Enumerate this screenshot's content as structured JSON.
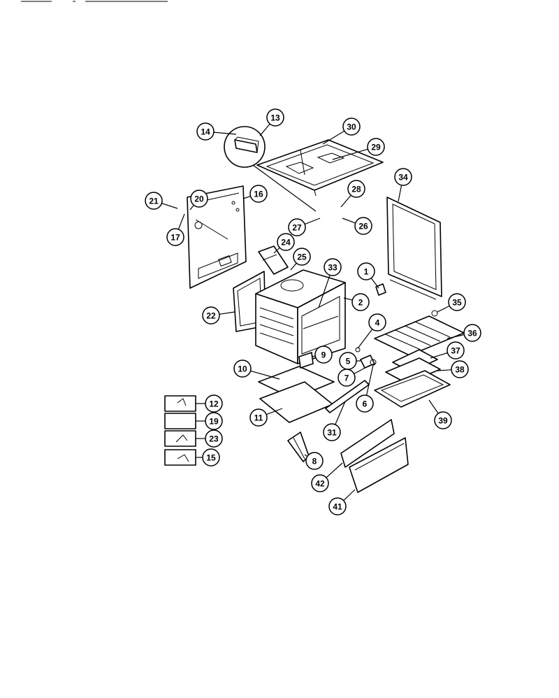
{
  "diagram": {
    "callouts": [
      {
        "id": "1",
        "label": "1"
      },
      {
        "id": "2",
        "label": "2"
      },
      {
        "id": "4",
        "label": "4"
      },
      {
        "id": "5",
        "label": "5"
      },
      {
        "id": "6",
        "label": "6"
      },
      {
        "id": "7",
        "label": "7"
      },
      {
        "id": "8",
        "label": "8"
      },
      {
        "id": "9",
        "label": "9"
      },
      {
        "id": "10",
        "label": "10"
      },
      {
        "id": "11",
        "label": "11"
      },
      {
        "id": "12",
        "label": "12"
      },
      {
        "id": "13",
        "label": "13"
      },
      {
        "id": "14",
        "label": "14"
      },
      {
        "id": "15",
        "label": "15"
      },
      {
        "id": "16",
        "label": "16"
      },
      {
        "id": "17",
        "label": "17"
      },
      {
        "id": "19",
        "label": "19"
      },
      {
        "id": "20",
        "label": "20"
      },
      {
        "id": "21",
        "label": "21"
      },
      {
        "id": "22",
        "label": "22"
      },
      {
        "id": "23",
        "label": "23"
      },
      {
        "id": "24",
        "label": "24"
      },
      {
        "id": "25",
        "label": "25"
      },
      {
        "id": "26",
        "label": "26"
      },
      {
        "id": "27",
        "label": "27"
      },
      {
        "id": "28",
        "label": "28"
      },
      {
        "id": "29",
        "label": "29"
      },
      {
        "id": "30",
        "label": "30"
      },
      {
        "id": "31",
        "label": "31"
      },
      {
        "id": "33",
        "label": "33"
      },
      {
        "id": "34",
        "label": "34"
      },
      {
        "id": "35",
        "label": "35"
      },
      {
        "id": "36",
        "label": "36"
      },
      {
        "id": "37",
        "label": "37"
      },
      {
        "id": "38",
        "label": "38"
      },
      {
        "id": "39",
        "label": "39"
      },
      {
        "id": "41",
        "label": "41"
      },
      {
        "id": "42",
        "label": "42"
      }
    ]
  }
}
